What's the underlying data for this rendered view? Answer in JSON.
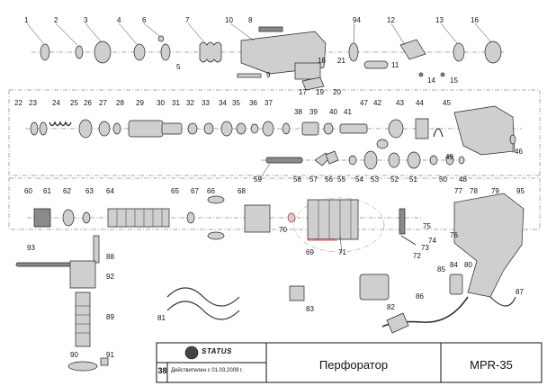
{
  "title_block": {
    "brand": "STATUS",
    "page_number": "38",
    "effective_note": "Действителен с 01.03.2009 г.",
    "document_title": "Перфоратор",
    "model": "MPR-35"
  },
  "motor_stamp": "2138001010081",
  "callouts": [
    "1",
    "2",
    "3",
    "4",
    "5",
    "6",
    "7",
    "8",
    "9",
    "10",
    "11",
    "12",
    "13",
    "14",
    "15",
    "16",
    "17",
    "18",
    "19",
    "20",
    "21",
    "22",
    "23",
    "24",
    "25",
    "26",
    "27",
    "28",
    "29",
    "30",
    "31",
    "32",
    "33",
    "34",
    "35",
    "36",
    "37",
    "38",
    "39",
    "40",
    "41",
    "42",
    "43",
    "44",
    "45",
    "46",
    "47",
    "48",
    "49",
    "50",
    "51",
    "52",
    "53",
    "54",
    "55",
    "56",
    "57",
    "58",
    "59",
    "60",
    "61",
    "62",
    "63",
    "64",
    "65",
    "66",
    "67",
    "68",
    "69",
    "70",
    "71",
    "72",
    "73",
    "74",
    "75",
    "76",
    "77",
    "78",
    "79",
    "80",
    "81",
    "82",
    "83",
    "84",
    "85",
    "86",
    "87",
    "88",
    "89",
    "90",
    "91",
    "92",
    "93",
    "94",
    "95"
  ],
  "colors": {
    "ink": "#111111",
    "part_fill": "#cfcfcf",
    "dark_part": "#8a8a8a",
    "highlight": "#cc2222"
  }
}
